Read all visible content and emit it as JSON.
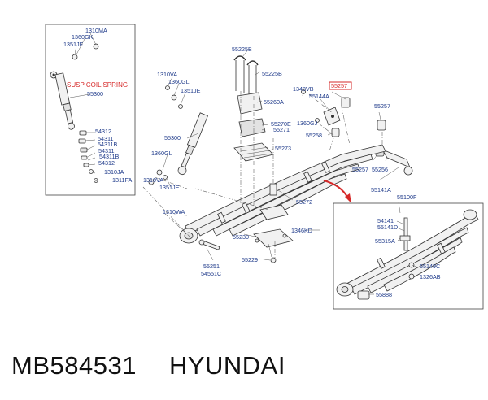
{
  "labels": {
    "l1310MA_a": "1310MA",
    "l1360GK": "1360GK",
    "l1351JF": "1351JF",
    "lSuspCoil": "SUSP COIL SPRING",
    "l55300_a": "55300",
    "l54312_a": "54312",
    "l54311_a": "54311",
    "l54311B_a": "54311B",
    "l54311_b": "54311",
    "l54311B_b": "54311B",
    "l54312_b": "54312",
    "l1310JA": "1310JA",
    "l1311FA": "1311FA",
    "l1310VA_a": "1310VA",
    "l1360GL_a": "1360GL",
    "l1351JE_a": "1351JE",
    "l55300_b": "55300",
    "l1360GL_b": "1360GL",
    "l1310VA_b": "1310VA",
    "l1351JE_b": "1351JE",
    "l55225B_a": "55225B",
    "l55225B_b": "55225B",
    "l55260A": "55260A",
    "l55270E": "55270E",
    "l55271": "55271",
    "l55273": "55273",
    "l1348VB": "1348VB",
    "l55257_hl": "55257",
    "l55144A": "55144A",
    "l1360GJ": "1360GJ",
    "l55258": "55258",
    "l55257_a": "55257",
    "l55257_b": "55257",
    "l55256": "55256",
    "l55141A": "55141A",
    "l55272": "55272",
    "l1310WA": "1310WA",
    "l55230": "55230",
    "l55229": "55229",
    "l55251": "55251",
    "l54551C": "54551C",
    "l1346KD": "1346KD",
    "l55100F": "55100F",
    "l54141": "54141",
    "l55141D": "55141D",
    "l55315A": "55315A",
    "l55149C": "55149C",
    "l1326AB": "1326AB",
    "l55888": "55888"
  },
  "footer": {
    "part_number": "MB584531",
    "brand": "HYUNDAI"
  },
  "colors": {
    "label": "#1e3a8a",
    "highlight": "#d62828",
    "line": "#333333",
    "part_fill": "#f1f1f1"
  }
}
